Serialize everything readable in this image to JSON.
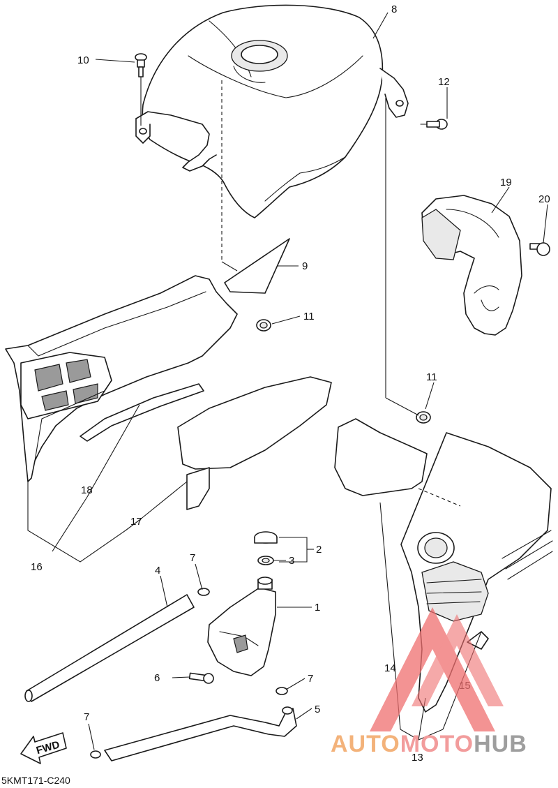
{
  "diagram": {
    "callouts": {
      "c1": "1",
      "c2": "2",
      "c3": "3",
      "c4": "4",
      "c5": "5",
      "c6": "6",
      "c7a": "7",
      "c7b": "7",
      "c7c": "7",
      "c8": "8",
      "c9": "9",
      "c10": "10",
      "c11a": "11",
      "c11b": "11",
      "c12": "12",
      "c13": "13",
      "c14": "14",
      "c15": "15",
      "c16": "16",
      "c17": "17",
      "c18": "18",
      "c19": "19",
      "c20": "20"
    },
    "fwd_label": "FWD",
    "drawing_code": "5KMT171-C240"
  },
  "watermark": {
    "part1": "AUTO",
    "part2": "MOTO",
    "part3": "HUB",
    "colors": {
      "auto": "#f3b27a",
      "moto": "#f29c9c",
      "hub": "#9e9e9e",
      "triangle": "#ef6f6f"
    }
  }
}
